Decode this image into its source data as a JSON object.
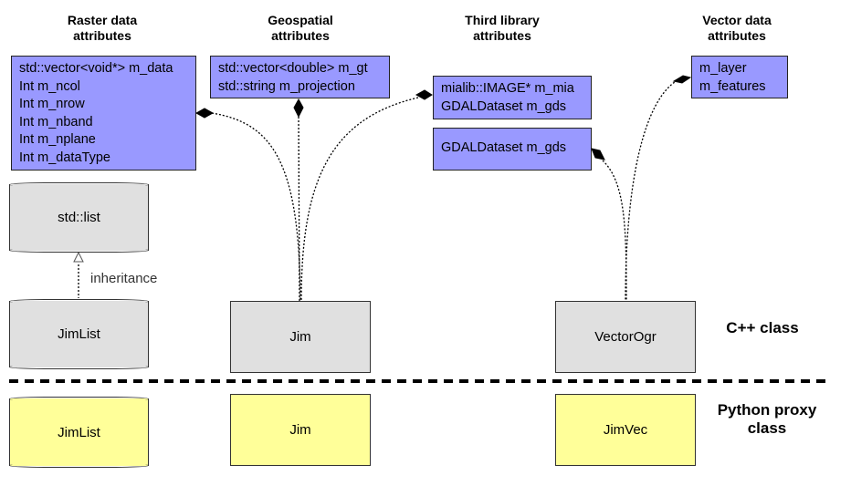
{
  "headers": {
    "raster": [
      "Raster data",
      "attributes"
    ],
    "geospatial": [
      "Geospatial",
      "attributes"
    ],
    "third_library": [
      "Third library",
      "attributes"
    ],
    "vector": [
      "Vector data",
      "attributes"
    ]
  },
  "raster_attributes": [
    "std::vector<void*> m_data",
    "Int m_ncol",
    "Int m_nrow",
    "Int m_nband",
    "Int m_nplane",
    "Int m_dataType"
  ],
  "geospatial_attributes": [
    "std::vector<double> m_gt",
    "std::string m_projection"
  ],
  "third_library_attributes_a": [
    "mialib::IMAGE* m_mia",
    "GDALDataset m_gds"
  ],
  "third_library_attributes_b": [
    "GDALDataset m_gds"
  ],
  "vector_attributes": [
    "m_layer",
    "m_features"
  ],
  "cpp_classes": {
    "list_base": "std::list",
    "jimlist": "JimList",
    "jim": "Jim",
    "vectorogr": "VectorOgr"
  },
  "python_classes": {
    "jimlist": "JimList",
    "jim": "Jim",
    "jimvec": "JimVec"
  },
  "inheritance_label": "inheritance",
  "side_labels": {
    "cpp": [
      "C++ class"
    ],
    "python": [
      "Python proxy",
      "class"
    ]
  },
  "colors": {
    "attribute_box": "#9999ff",
    "cpp_class": "#e0e0e0",
    "python_class": "#ffff99"
  }
}
